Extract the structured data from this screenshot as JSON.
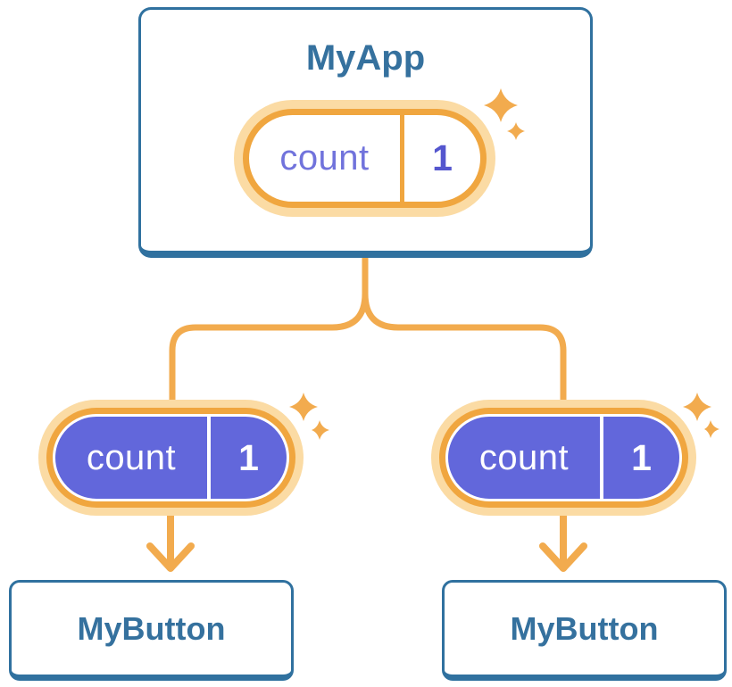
{
  "diagram": {
    "type": "react-component-tree",
    "root_component": {
      "name": "MyApp",
      "state_pill": {
        "label": "count",
        "value": "1"
      }
    },
    "children": [
      {
        "component": "MyButton",
        "prop_pill": {
          "label": "count",
          "value": "1"
        }
      },
      {
        "component": "MyButton",
        "prop_pill": {
          "label": "count",
          "value": "1"
        }
      }
    ],
    "icons": {
      "sparkles": "sparkle-icon",
      "arrows": "arrow-down-icon"
    },
    "colors": {
      "background": "#ffffff",
      "component_border": "#30719F",
      "component_title": "#35719E",
      "pill_orange": "#F0A63F",
      "pill_halo": "#FBDBA4",
      "connector_orange": "#F2AB4E",
      "prop_pill_fill": "#6267DB",
      "prop_pill_text": "#ffffff",
      "state_label": "#7173DC",
      "state_value": "#5456CE"
    }
  }
}
